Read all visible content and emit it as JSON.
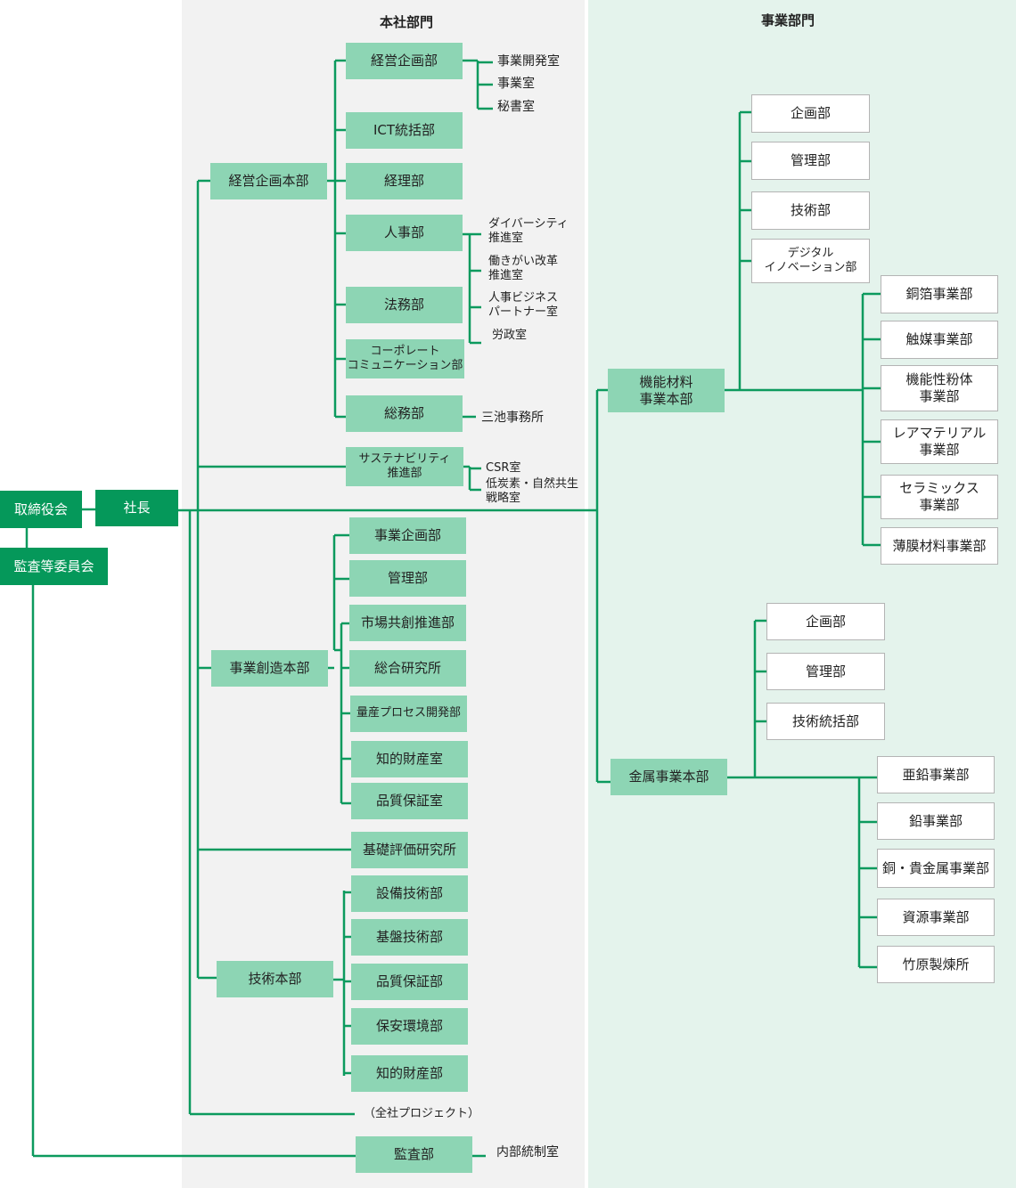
{
  "sections": {
    "hq": "本社部門",
    "business": "事業部門"
  },
  "board": "取締役会",
  "audit_committee": "監査等委員会",
  "president": "社長",
  "keiei_hq": {
    "name": "経営企画本部",
    "depts": [
      "経営企画部",
      "ICT統括部",
      "経理部",
      "人事部",
      "法務部",
      "コーポレート\nコミュニケーション部",
      "総務部"
    ],
    "keiei_sub": [
      "事業開発室",
      "事業室",
      "秘書室"
    ],
    "jinji_sub": [
      "ダイバーシティ\n推進室",
      "働きがい改革\n推進室",
      "人事ビジネス\nパートナー室",
      "労政室"
    ],
    "somu_sub": "三池事務所"
  },
  "sustain": {
    "name": "サステナビリティ\n推進部",
    "sub": [
      "CSR室",
      "低炭素・自然共生\n戦略室"
    ]
  },
  "jigyo_hq": {
    "name": "事業創造本部",
    "depts": [
      "事業企画部",
      "管理部",
      "市場共創推進部",
      "総合研究所",
      "量産プロセス開発部",
      "知的財産室",
      "品質保証室"
    ]
  },
  "kiso": "基礎評価研究所",
  "gijutsu_hq": {
    "name": "技術本部",
    "depts": [
      "設備技術部",
      "基盤技術部",
      "品質保証部",
      "保安環境部",
      "知的財産部"
    ]
  },
  "project": "（全社プロジェクト）",
  "audit_dept": {
    "name": "監査部",
    "sub": "内部統制室"
  },
  "kinou_hq": {
    "name": "機能材料\n事業本部",
    "staff": [
      "企画部",
      "管理部",
      "技術部",
      "デジタル\nイノベーション部"
    ],
    "divisions": [
      "銅箔事業部",
      "触媒事業部",
      "機能性粉体\n事業部",
      "レアマテリアル\n事業部",
      "セラミックス\n事業部",
      "薄膜材料事業部"
    ]
  },
  "kinzoku_hq": {
    "name": "金属事業本部",
    "staff": [
      "企画部",
      "管理部",
      "技術統括部"
    ],
    "divisions": [
      "亜鉛事業部",
      "鉛事業部",
      "銅・貴金属事業部",
      "資源事業部",
      "竹原製煉所"
    ]
  },
  "colors": {
    "dark_green": "#05985a",
    "light_green": "#8dd5b4",
    "line": "#0c9a5e",
    "hq_bg": "#f2f2f2",
    "biz_bg": "#e4f3ec"
  }
}
